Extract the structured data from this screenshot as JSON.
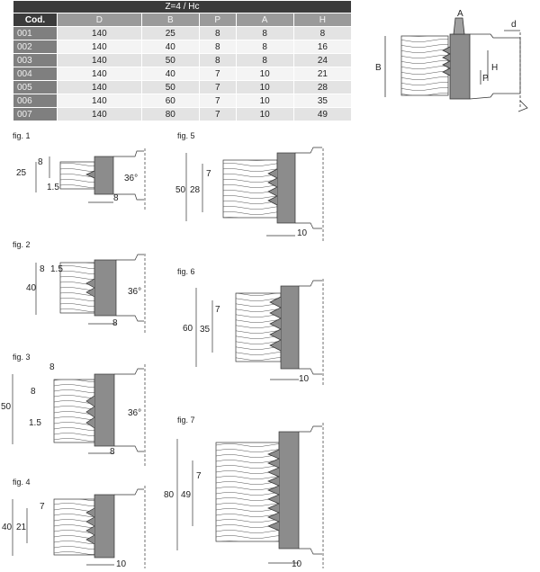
{
  "table": {
    "title": "Z=4 / Hc",
    "headers": [
      "Cod.",
      "D",
      "B",
      "P",
      "A",
      "H"
    ],
    "rows": [
      {
        "code": "001",
        "D": "140",
        "B": "25",
        "P": "8",
        "A": "8",
        "H": "8"
      },
      {
        "code": "002",
        "D": "140",
        "B": "40",
        "P": "8",
        "A": "8",
        "H": "16"
      },
      {
        "code": "003",
        "D": "140",
        "B": "50",
        "P": "8",
        "A": "8",
        "H": "24"
      },
      {
        "code": "004",
        "D": "140",
        "B": "40",
        "P": "7",
        "A": "10",
        "H": "21"
      },
      {
        "code": "005",
        "D": "140",
        "B": "50",
        "P": "7",
        "A": "10",
        "H": "28"
      },
      {
        "code": "006",
        "D": "140",
        "B": "60",
        "P": "7",
        "A": "10",
        "H": "35"
      },
      {
        "code": "007",
        "D": "140",
        "B": "80",
        "P": "7",
        "A": "10",
        "H": "49"
      }
    ]
  },
  "overview": {
    "A": "A",
    "d": "d",
    "B": "B",
    "H": "H",
    "P": "P"
  },
  "figs": [
    {
      "label": "fig. 1",
      "B": "25",
      "P": "8",
      "H": "1.5",
      "angle": "36°",
      "A": "8"
    },
    {
      "label": "fig. 2",
      "B": "40",
      "P": "8",
      "H": "1.5",
      "angle": "36°",
      "A": "8"
    },
    {
      "label": "fig. 3",
      "top": "8",
      "B": "50",
      "P": "8",
      "H": "1.5",
      "angle": "36°",
      "A": "8"
    },
    {
      "label": "fig. 4",
      "B": "40",
      "P": "7",
      "H": "21",
      "A": "10"
    },
    {
      "label": "fig. 5",
      "B": "50",
      "P": "7",
      "H": "28",
      "A": "10"
    },
    {
      "label": "fig. 6",
      "B": "60",
      "P": "7",
      "H": "35",
      "A": "10"
    },
    {
      "label": "fig. 7",
      "B": "80",
      "P": "7",
      "H": "49",
      "A": "10"
    }
  ]
}
